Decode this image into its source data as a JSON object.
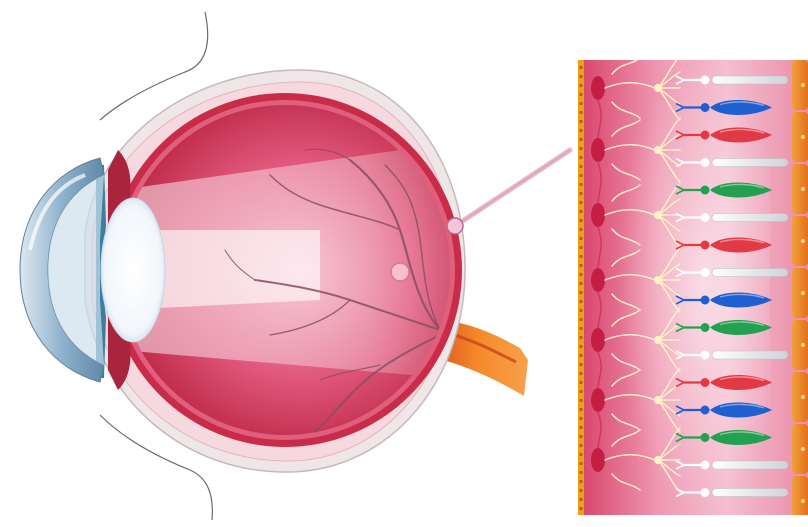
{
  "colors": {
    "background": "#ffffff",
    "sclera": "#efe4e6",
    "choroid": "#cc2f4a",
    "vitreous": "#e23d63",
    "vitreous_light": "#ffffff",
    "cornea": "#7fa6c4",
    "iris": "#3a7fa0",
    "lens": "#ffffff",
    "optic_nerve": "#ef7e1f",
    "retina_band": "#e07a95",
    "rpe": "#ee8a2a",
    "pigment_stripe": "#f0a014",
    "pointer": "#e9b5c8",
    "rod": "#ffffff",
    "cone_blue": "#1f5fcf",
    "cone_red": "#e23a44",
    "cone_green": "#23a050",
    "neuron": "#fff3c8",
    "vessel": "#8a4f63"
  },
  "figure": {
    "parts": [
      "cornea",
      "iris",
      "lens",
      "vitreous-body",
      "choroid",
      "sclera",
      "optic-nerve",
      "fovea",
      "blood-vessels",
      "retina-detail"
    ],
    "photoreceptor_sequence": [
      "rod",
      "cone-blue",
      "cone-red",
      "rod",
      "cone-green",
      "rod",
      "cone-red",
      "rod",
      "cone-blue",
      "cone-green",
      "rod",
      "cone-red",
      "cone-blue",
      "cone-green",
      "rod",
      "rod"
    ]
  }
}
